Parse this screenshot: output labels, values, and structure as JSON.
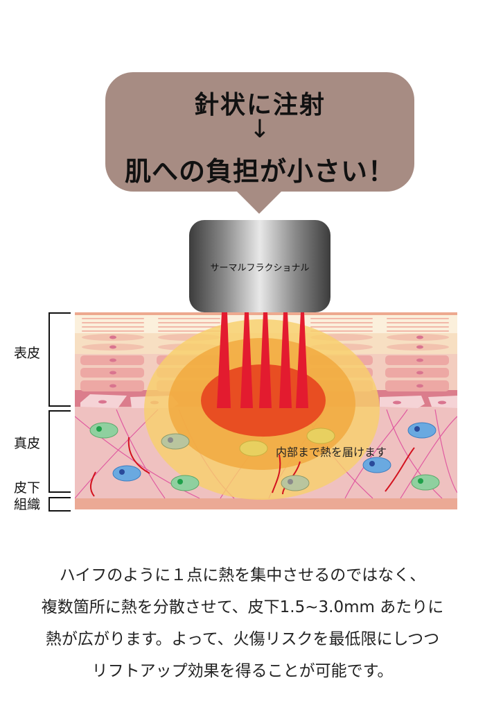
{
  "speech_bubble": {
    "line1": "針状に注射",
    "arrow": "↓",
    "line2": "肌への負担が小さい！",
    "color": "#a78c83"
  },
  "device": {
    "label": "サーマルフラクショナル"
  },
  "layer_labels": {
    "epidermis": "表皮",
    "dermis": "真皮",
    "subcutaneous_line1": "皮下",
    "subcutaneous_line2": "組織"
  },
  "diagram": {
    "annotation": "内部まで熱を届けます",
    "needle_count": 5,
    "colors": {
      "needle": "#e31b2f",
      "heat_core": "#e84e22",
      "heat_mid": "#f0a93c",
      "heat_outer": "#f5cf6a",
      "dermis": "#efc1c0",
      "fiber": "#e05aa0"
    }
  },
  "caption": {
    "lines": [
      "ハイフのように１点に熱を集中させるのではなく、",
      "複数箇所に熱を分散させて、皮下1.5~3.0mm あたりに",
      "熱が広がります。よって、火傷リスクを最低限にしつつ",
      "リフトアップ効果を得ることが可能です。"
    ]
  }
}
